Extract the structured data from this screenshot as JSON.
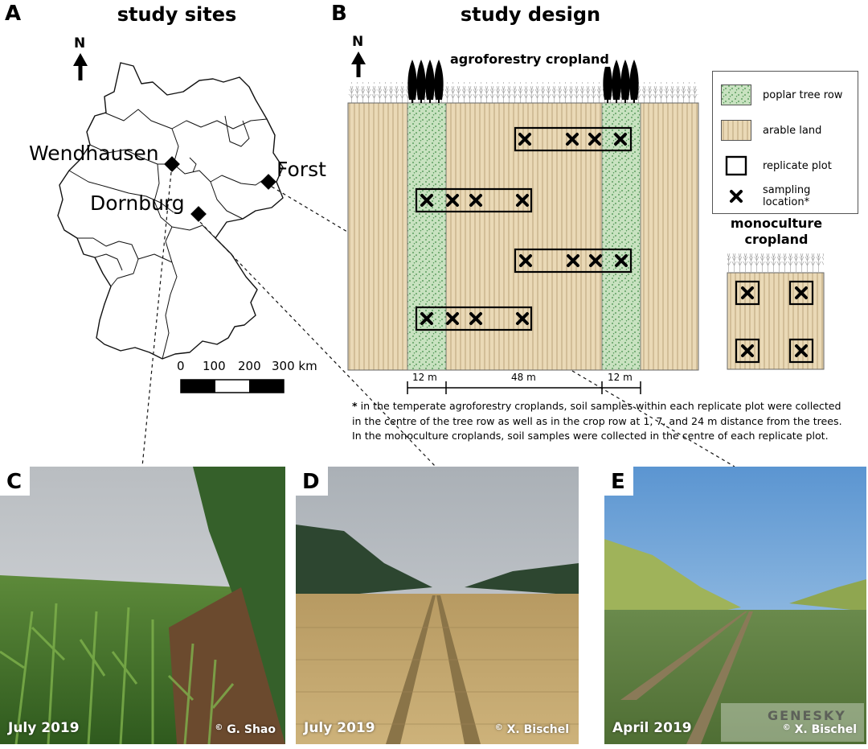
{
  "panels": {
    "A": {
      "letter": "A",
      "title": "study sites"
    },
    "B": {
      "letter": "B",
      "title": "study design"
    },
    "C": {
      "letter": "C",
      "date": "July 2019",
      "credit": "G. Shao"
    },
    "D": {
      "letter": "D",
      "date": "July 2019",
      "credit": "X. Bischel"
    },
    "E": {
      "letter": "E",
      "date": "April 2019",
      "credit": "X. Bischel"
    }
  },
  "map": {
    "north": "N",
    "sites": [
      {
        "name": "Wendhausen"
      },
      {
        "name": "Dornburg"
      },
      {
        "name": "Forst"
      }
    ],
    "scale_labels": [
      "0",
      "100",
      "200",
      "300 km"
    ]
  },
  "design": {
    "north": "N",
    "agroforestry_label": "agroforestry cropland",
    "monoculture_label_1": "monoculture",
    "monoculture_label_2": "cropland",
    "dims": [
      "12 m",
      "48 m",
      "12 m"
    ],
    "legend": [
      {
        "label": "poplar tree row"
      },
      {
        "label": "arable land"
      },
      {
        "label": "replicate plot"
      },
      {
        "label": "sampling location*"
      }
    ],
    "footnote_star": "*",
    "footnote_1": " in the temperate agroforestry croplands, soil samples within each replicate plot were collected",
    "footnote_2": "in the centre of the tree row as well as in the crop row at 1, 7, and 24 m distance from the trees.",
    "footnote_3": "In the monoculture croplands, soil samples were collected in the centre of each replicate plot."
  },
  "copyright_symbol": "©",
  "watermark": "GENESKY",
  "colors": {
    "tree_row": "#c8e2c0",
    "tree_dots": "#3f8a45",
    "arable": "#ead9b6",
    "arable_lines": "#b49d74"
  }
}
